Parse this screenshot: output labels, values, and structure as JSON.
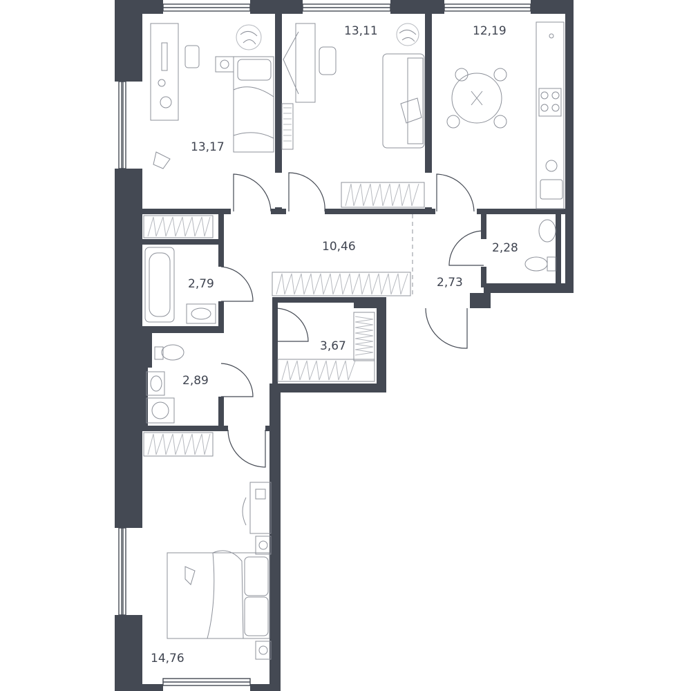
{
  "rooms": {
    "bedroom_top_left": "13,17",
    "bedroom_top_middle": "13,11",
    "kitchen": "12,19",
    "hall": "10,46",
    "toilet_right": "2,28",
    "bathroom": "2,79",
    "corridor_right": "2,73",
    "wardrobe": "3,67",
    "laundry_toilet": "2,89",
    "bedroom_bottom": "14,76"
  },
  "colors": {
    "wall": "#444953",
    "text": "#3f4450",
    "furniture": "#8c9099"
  }
}
